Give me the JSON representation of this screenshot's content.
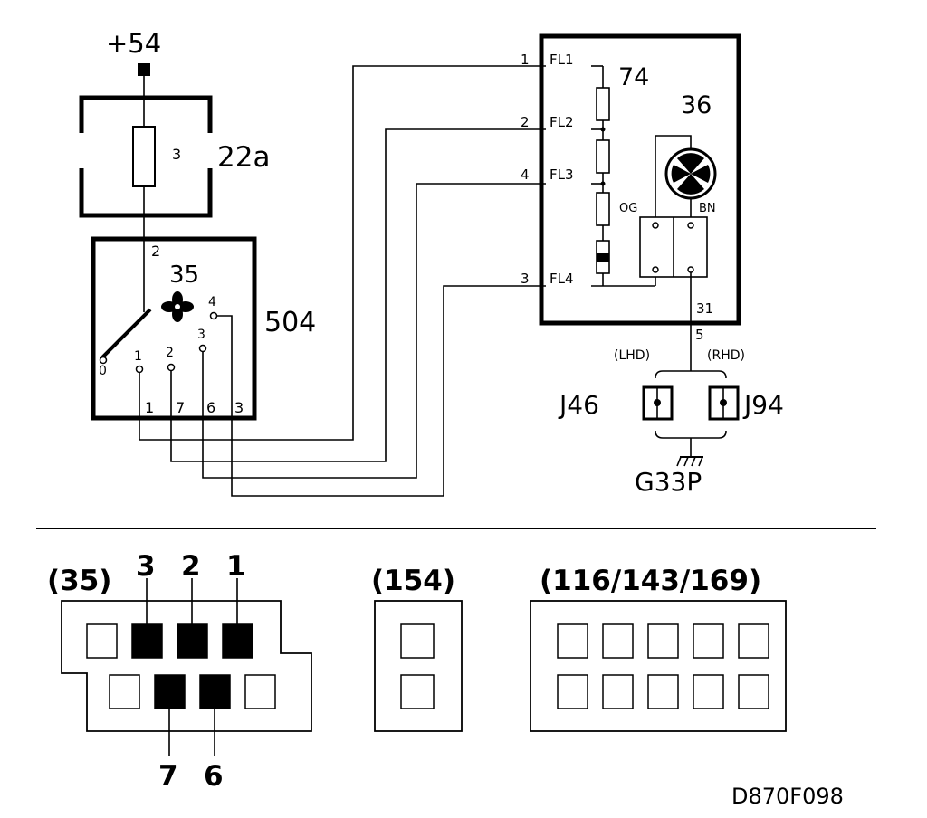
{
  "supply": {
    "label": "+54"
  },
  "fuse_box": {
    "label": "22a",
    "fuse_number": "3"
  },
  "switch": {
    "label": "504",
    "id": "35",
    "input_pin": "2",
    "positions": [
      "0",
      "1",
      "2",
      "3",
      "4"
    ],
    "bottom_pins": [
      "1",
      "7",
      "6",
      "3"
    ]
  },
  "module": {
    "label": "74",
    "fan_label": "36",
    "pins": [
      {
        "num": "1",
        "label": "FL1"
      },
      {
        "num": "2",
        "label": "FL2"
      },
      {
        "num": "4",
        "label": "FL3"
      },
      {
        "num": "3",
        "label": "FL4"
      }
    ],
    "wire_og": "OG",
    "wire_bn": "BN",
    "ground_pin": "31"
  },
  "ground": {
    "wire": "5",
    "lhd": "(LHD)",
    "rhd": "(RHD)",
    "j_left": "J46",
    "j_right": "J94",
    "point": "G33P"
  },
  "connectors": {
    "c35": {
      "label": "(35)",
      "top_pins": [
        "3",
        "2",
        "1"
      ],
      "bottom_pins": [
        "7",
        "6"
      ]
    },
    "c154": {
      "label": "(154)"
    },
    "c116": {
      "label": "(116/143/169)"
    }
  },
  "figure_id": "D870F098"
}
